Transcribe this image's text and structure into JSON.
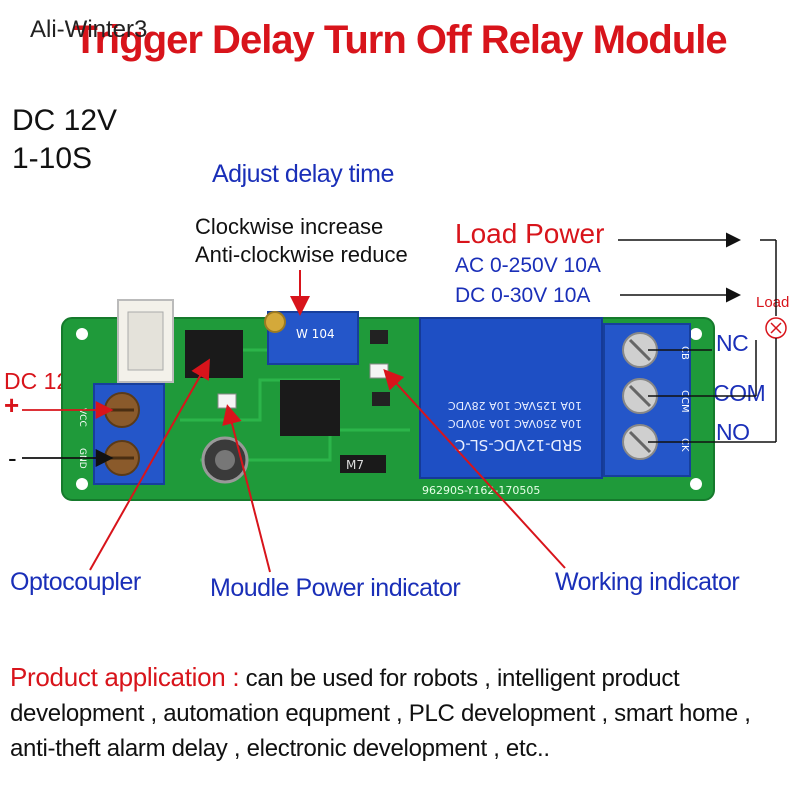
{
  "title": "Trigger Delay Turn Off Relay Module",
  "watermark": "Ali-Winter3",
  "spec": {
    "voltage": "DC  12V",
    "range": "1-10S"
  },
  "labels": {
    "adjust": "Adjust delay time",
    "clockwise": "Clockwise increase",
    "anticlockwise": "Anti-clockwise reduce",
    "load_power": "Load Power",
    "ac": "AC  0-250V  10A",
    "dc": "DC  0-30V  10A",
    "load": "Load",
    "nc": "NC",
    "com": "COM",
    "no": "NO",
    "dc12v": "DC 12V",
    "plus": "+",
    "minus": "-",
    "optocoupler": "Optocoupler",
    "power_indicator": "Moudle Power indicator",
    "working_indicator": "Working indicator"
  },
  "pcb": {
    "pot_label": "W 104",
    "relay_line1": "SRD-12VDC-SL-C",
    "relay_line2": "10A 250VAC  10A 30VDC",
    "relay_line3": "10A 125VAC  10A 28VDC",
    "board_id": "96290S-Y162-170505",
    "vcc": "VCC",
    "gnd": "GND",
    "cb": "CB",
    "ccm": "CCM",
    "ck": "CK",
    "diode": "M7"
  },
  "application": {
    "heading": "Product application :",
    "text": " can be used for robots , intelligent product development , automation equpment , PLC development , smart home , anti-theft alarm delay , electronic development , etc.."
  },
  "colors": {
    "title": "#d8141b",
    "label_blue": "#1a2fb8",
    "pcb_green": "#1f9a3a",
    "relay_blue": "#1e4fc4"
  }
}
